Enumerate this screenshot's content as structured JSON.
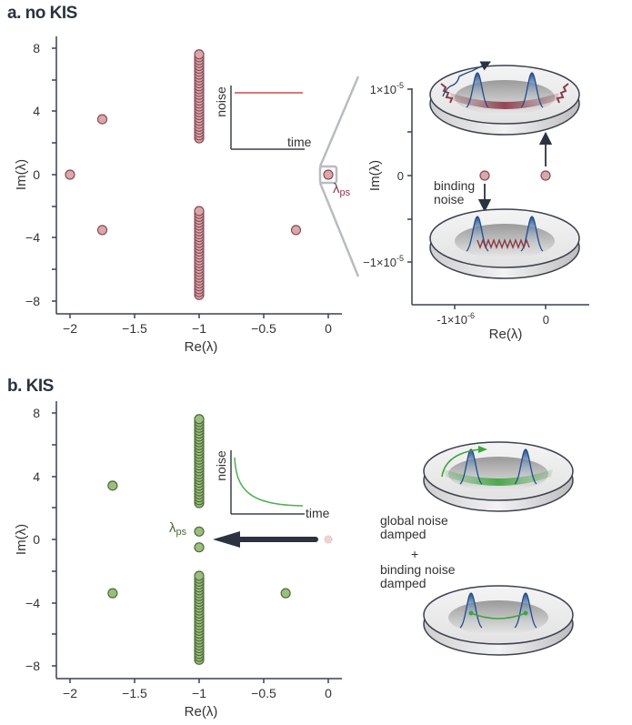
{
  "panels": {
    "a": {
      "title": "a. no KIS"
    },
    "b": {
      "title": "b. KIS"
    }
  },
  "inset_a": {
    "ylabel": "noise",
    "xlabel": "time",
    "curve": "flat",
    "color": "#c0504d"
  },
  "inset_b": {
    "ylabel": "noise",
    "xlabel": "time",
    "curve": "decay",
    "color": "#4caf50"
  },
  "zoom_panel": {
    "xlabel": "Re(λ)",
    "ylabel": "Im(λ)",
    "xticks": [
      "-1×10⁻⁶",
      "0"
    ],
    "yticks": [
      "1×10⁻⁵",
      "0",
      "−1×10⁻⁵"
    ],
    "annotation": "binding noise"
  },
  "ring_labels": {
    "global": "global noise damped",
    "plus": "+",
    "binding": "binding noise damped"
  },
  "lambda_label": "λps",
  "colors": {
    "a_fill": "#d8a8ab",
    "a_stroke": "#8a4a55",
    "b_fill": "#9dbd7e",
    "b_stroke": "#4d6b38",
    "axis": "#3b4150",
    "arrow": "#2b3240"
  },
  "chart_data": [
    {
      "type": "scatter",
      "title": "a. no KIS",
      "xlabel": "Re(λ)",
      "ylabel": "Im(λ)",
      "xlim": [
        -2.1,
        0.05
      ],
      "ylim": [
        -8.8,
        8.8
      ],
      "xticks": [
        -2,
        -1.5,
        -1,
        -0.5,
        0
      ],
      "yticks": [
        -8,
        -4,
        0,
        4,
        8
      ],
      "points": [
        {
          "x": -2.0,
          "y": 0
        },
        {
          "x": -1.75,
          "y": 3.5
        },
        {
          "x": -1.75,
          "y": -3.5
        },
        {
          "x": -0.25,
          "y": -3.5
        },
        {
          "x": 0,
          "y": 0,
          "label": "λps"
        },
        {
          "x": -1.0,
          "y_range": [
            2.3,
            7.6
          ],
          "count": 30,
          "note": "dense column"
        },
        {
          "x": -1.0,
          "y_range": [
            -7.6,
            -2.3
          ],
          "count": 30,
          "note": "dense column"
        }
      ],
      "inset": {
        "xlabel": "time",
        "ylabel": "noise",
        "shape": "constant"
      }
    },
    {
      "type": "scatter",
      "title": "zoom of λps (no KIS)",
      "xlabel": "Re(λ)",
      "ylabel": "Im(λ)",
      "xticks": [
        "-1×10⁻⁶",
        "0"
      ],
      "yticks": [
        "-1×10⁻⁵",
        "0",
        "1×10⁻⁵"
      ],
      "points": [
        {
          "x": -5e-07,
          "y": 0
        },
        {
          "x": 0,
          "y": 0
        }
      ]
    },
    {
      "type": "scatter",
      "title": "b. KIS",
      "xlabel": "Re(λ)",
      "ylabel": "Im(λ)",
      "xlim": [
        -2.1,
        0.05
      ],
      "ylim": [
        -8.8,
        8.8
      ],
      "xticks": [
        -2,
        -1.5,
        -1,
        -0.5,
        0
      ],
      "yticks": [
        -8,
        -4,
        0,
        4,
        8
      ],
      "points": [
        {
          "x": -1.67,
          "y": 3.4
        },
        {
          "x": -1.67,
          "y": -3.4
        },
        {
          "x": -0.33,
          "y": -3.4
        },
        {
          "x": -1.0,
          "y": 0.5,
          "label": "λps"
        },
        {
          "x": -1.0,
          "y": -0.5
        },
        {
          "x": -1.0,
          "y_range": [
            2.3,
            7.6
          ],
          "count": 30,
          "note": "dense column"
        },
        {
          "x": -1.0,
          "y_range": [
            -7.6,
            -2.3
          ],
          "count": 30,
          "note": "dense column"
        }
      ],
      "annotation": "arrow from (0,0) to (-0.9,0)",
      "inset": {
        "xlabel": "time",
        "ylabel": "noise",
        "shape": "decaying"
      }
    }
  ]
}
